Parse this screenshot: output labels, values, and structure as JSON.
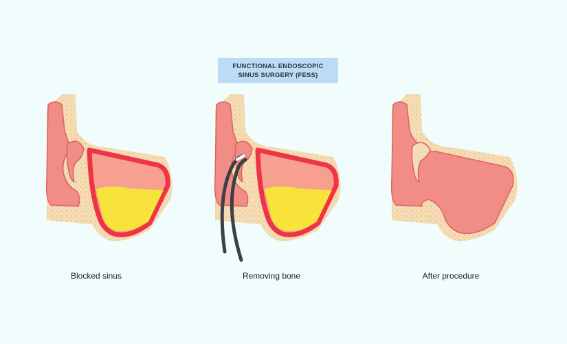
{
  "title": {
    "line1": "FUNCTIONAL ENDOSCOPIC",
    "line2": "SINUS SURGERY (FESS)"
  },
  "panels": [
    {
      "caption": "Blocked sinus"
    },
    {
      "caption": "Removing bone"
    },
    {
      "caption": "After procedure"
    }
  ],
  "colors": {
    "background": "#f1fcfd",
    "title_box": "#bcdcf6",
    "bone": "#f6dcb4",
    "bone_dots": "#e9c894",
    "tissue": "#f28c86",
    "tissue_outline": "#d9635e",
    "inflamed_wall": "#ee3447",
    "sinus_air": "#f8a08f",
    "fluid": "#f7e339",
    "endoscope": "#3c4045"
  }
}
